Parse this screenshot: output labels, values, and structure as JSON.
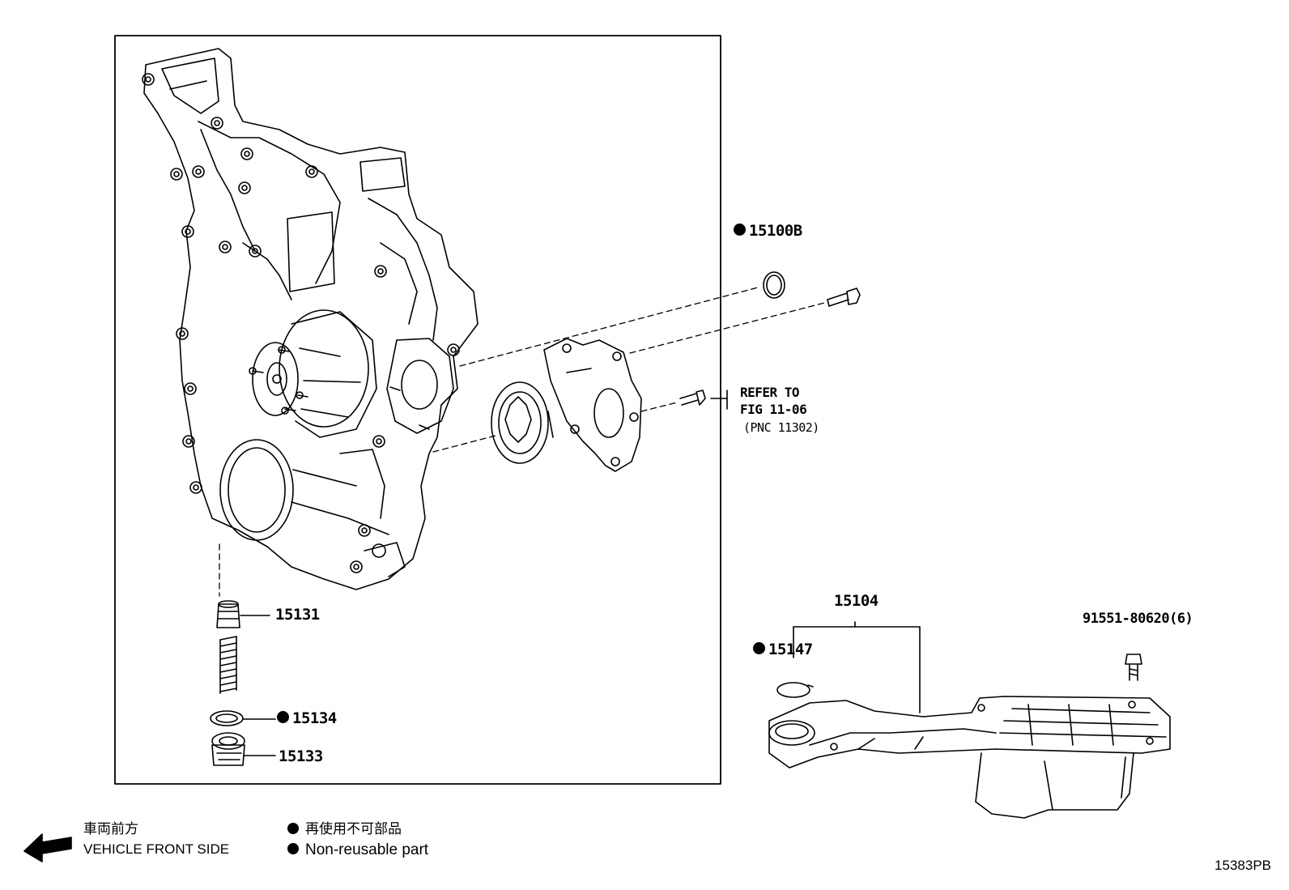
{
  "parts": {
    "p15100b": "15100B",
    "p15104": "15104",
    "p15131": "15131",
    "p15134": "15134",
    "p15133": "15133",
    "p15147": "15147",
    "bolt": "91551-80620(6)"
  },
  "refer": {
    "line1": "REFER TO",
    "line2": "FIG 11-06",
    "line3": "(PNC 11302)"
  },
  "legend": {
    "front_jp": "車両前方",
    "front_en": "VEHICLE FRONT SIDE",
    "nonreuse_jp": "再使用不可部品",
    "nonreuse_en": "Non-reusable part"
  },
  "figure_number": "15383PB",
  "icons": {
    "non_reusable_marker": "filled-circle-icon",
    "front_direction": "arrow-left-icon"
  }
}
